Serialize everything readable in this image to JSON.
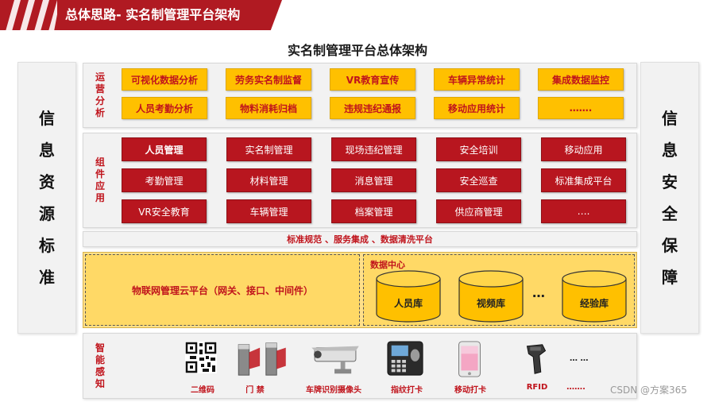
{
  "header": {
    "title": "总体思路- 实名制管理平台架构"
  },
  "diagram_title": "实名制管理平台总体架构",
  "left_pillar": [
    "信",
    "息",
    "资",
    "源",
    "标",
    "准"
  ],
  "right_pillar": [
    "信",
    "息",
    "安",
    "全",
    "保",
    "障"
  ],
  "operations": {
    "label": [
      "运",
      "营",
      "分",
      "析"
    ],
    "items": [
      "可视化数据分析",
      "劳务实名制监督",
      "VR教育宣传",
      "车辆异常统计",
      "集成数据监控",
      "人员考勤分析",
      "物料消耗归档",
      "违规违纪通报",
      "移动应用统计",
      "……."
    ]
  },
  "components": {
    "label": [
      "组",
      "件",
      "应",
      "用"
    ],
    "items": [
      "人员管理",
      "实名制管理",
      "现场违纪管理",
      "安全培训",
      "移动应用",
      "考勤管理",
      "材料管理",
      "消息管理",
      "安全巡查",
      "标准集成平台",
      "VR安全教育",
      "车辆管理",
      "档案管理",
      "供应商管理",
      "…."
    ]
  },
  "standards_bar": "标准规范 、服务集成 、数据清洗平台",
  "iot_platform": "物联网管理云平台（网关、接口、中间件）",
  "data_center": {
    "title": "数据中心",
    "databases": [
      "人员库",
      "视频库",
      "经验库"
    ],
    "ellipsis": "…"
  },
  "sensing": {
    "label": [
      "智",
      "能",
      "感",
      "知"
    ],
    "devices": [
      {
        "label": "二维码",
        "icon": "qr-code-icon"
      },
      {
        "label": "门  禁",
        "icon": "turnstile-icon"
      },
      {
        "label": "车牌识别摄像头",
        "icon": "camera-icon"
      },
      {
        "label": "指纹打卡",
        "icon": "fingerprint-terminal-icon"
      },
      {
        "label": "移动打卡",
        "icon": "smartphone-icon"
      },
      {
        "label": "RFID",
        "icon": "rfid-scanner-icon"
      },
      {
        "label": "…….",
        "icon": ""
      }
    ],
    "device_ellipsis": "… …"
  },
  "watermark": "CSDN @方案365",
  "colors": {
    "brand_red": "#b01a22",
    "highlight_yellow": "#ffc000",
    "panel_gray": "#f2f2f2"
  }
}
